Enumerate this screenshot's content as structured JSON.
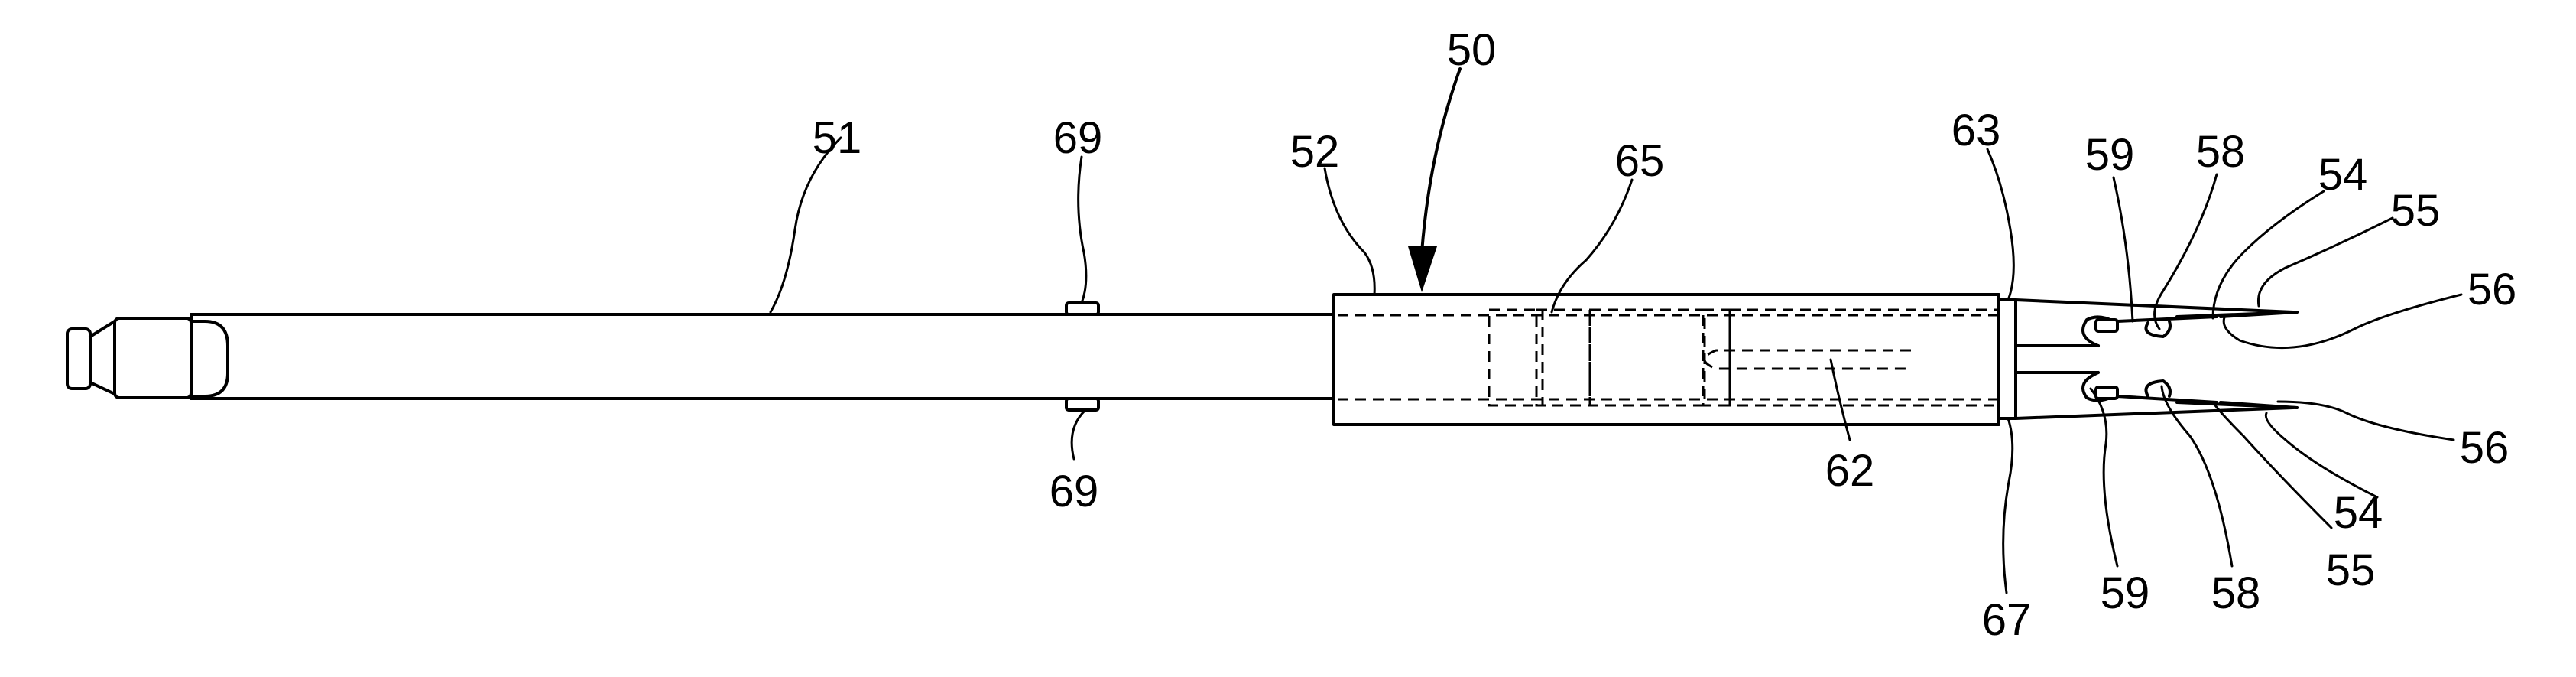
{
  "labels": {
    "l50": "50",
    "l51": "51",
    "l52": "52",
    "l54a": "54",
    "l54b": "54",
    "l55a": "55",
    "l55b": "55",
    "l56a": "56",
    "l56b": "56",
    "l58a": "58",
    "l58b": "58",
    "l59a": "59",
    "l59b": "59",
    "l62": "62",
    "l63": "63",
    "l65": "65",
    "l67": "67",
    "l69a": "69",
    "l69b": "69"
  }
}
